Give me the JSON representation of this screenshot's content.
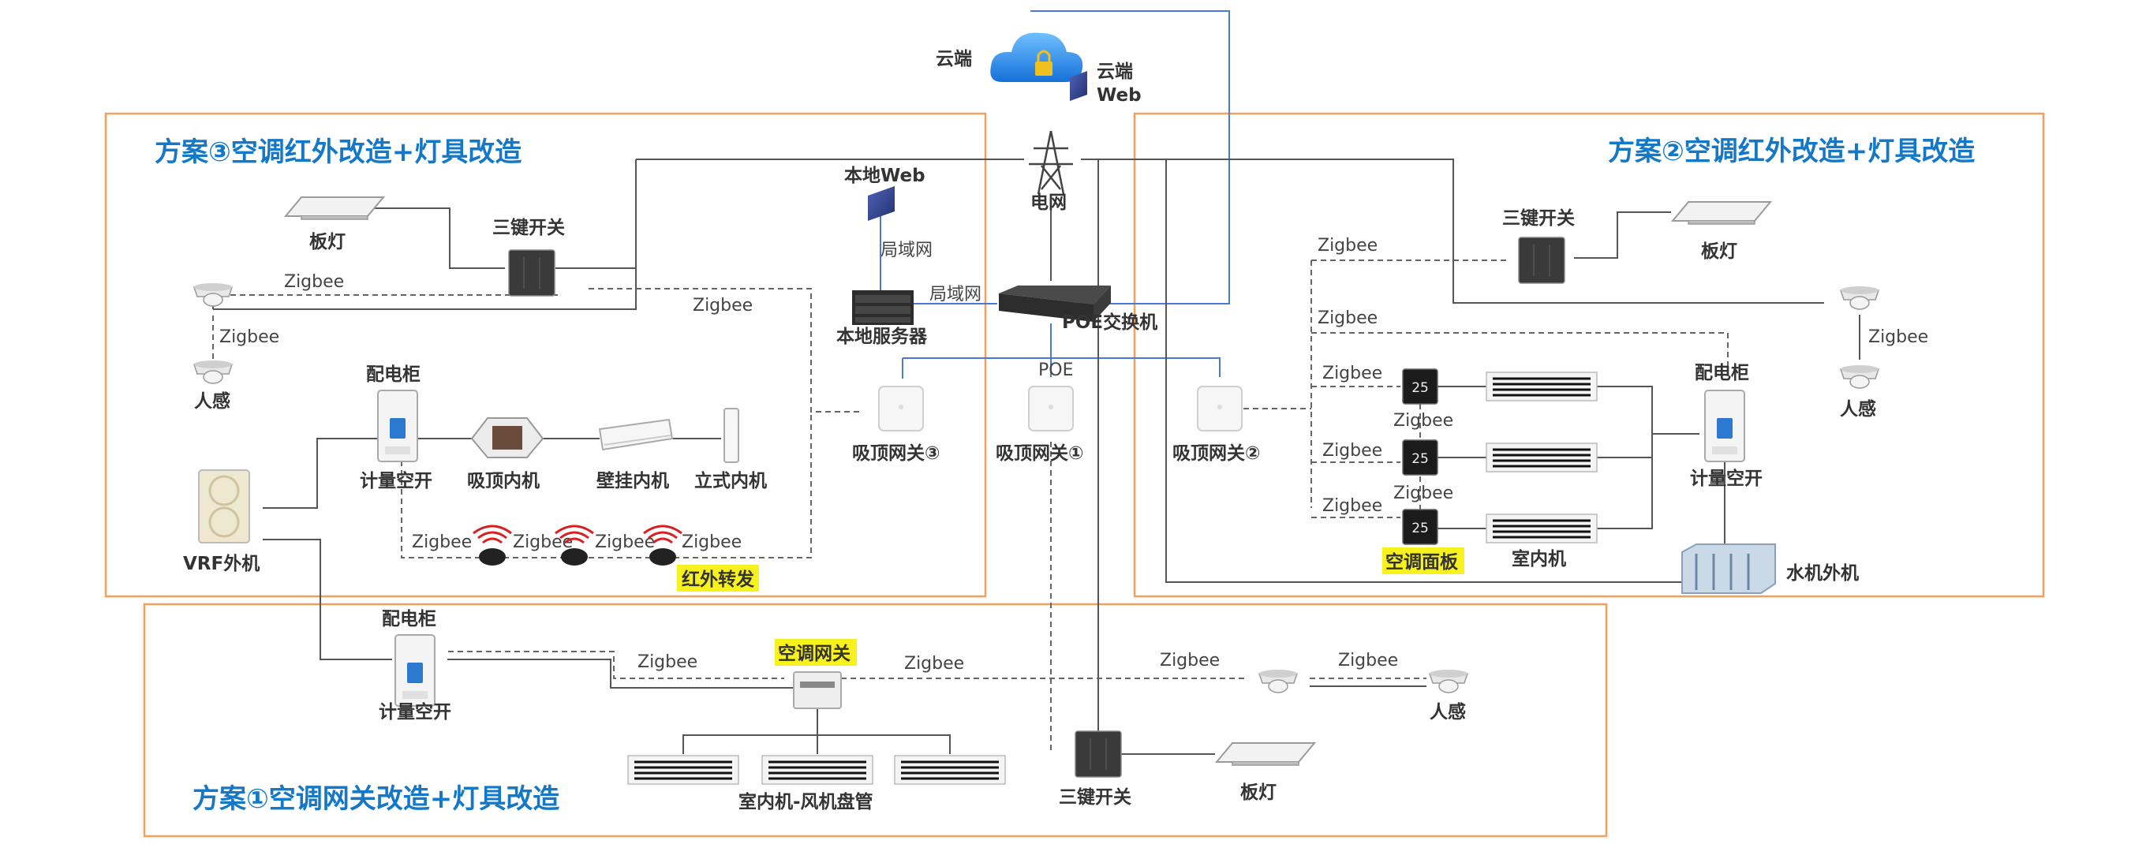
{
  "schemes": {
    "s3_title": "方案③空调红外改造+灯具改造",
    "s2_title": "方案②空调红外改造+灯具改造",
    "s1_title": "方案①空调网关改造+灯具改造"
  },
  "top": {
    "cloud": "云端",
    "cloud_web_1": "云端",
    "cloud_web_2": "Web",
    "grid": "电网",
    "local_web": "本地Web",
    "lan_1": "局域网",
    "lan_2": "局域网",
    "local_server": "本地服务器",
    "poe_switch": "POE交换机",
    "poe": "POE",
    "gw1": "吸顶网关①",
    "gw2": "吸顶网关②",
    "gw3": "吸顶网关③"
  },
  "scheme3": {
    "panel_light": "板灯",
    "three_key_switch": "三键开关",
    "sensor": "人感",
    "zigbee_a": "Zigbee",
    "zigbee_b": "Zigbee",
    "zigbee_c": "Zigbee",
    "cabinet": "配电柜",
    "meter_breaker": "计量空开",
    "ceiling_unit": "吸顶内机",
    "wall_unit": "壁挂内机",
    "floor_unit": "立式内机",
    "vrf": "VRF外机",
    "zigbee_ir1": "Zigbee",
    "zigbee_ir2": "Zigbee",
    "zigbee_ir3": "Zigbee",
    "zigbee_ir4": "Zigbee",
    "ir_forward": "红外转发"
  },
  "scheme2": {
    "three_key_switch": "三键开关",
    "panel_light": "板灯",
    "zigbee_top": "Zigbee",
    "zigbee_mid": "Zigbee",
    "sensor_zigbee": "Zigbee",
    "sensor": "人感",
    "zigbee_r1": "Zigbee",
    "zigbee_r2": "Zigbee",
    "zigbee_r3": "Zigbee",
    "zigbee_p1": "Zigbee",
    "zigbee_p2": "Zigbee",
    "panel_temp": "25",
    "cabinet": "配电柜",
    "meter_breaker": "计量空开",
    "ac_panel": "空调面板",
    "indoor_unit": "室内机",
    "chiller": "水机外机"
  },
  "scheme1": {
    "cabinet": "配电柜",
    "meter_breaker": "计量空开",
    "zigbee_1": "Zigbee",
    "zigbee_2": "Zigbee",
    "zigbee_3": "Zigbee",
    "zigbee_4": "Zigbee",
    "ac_gateway": "空调网关",
    "fan_coil": "室内机-风机盘管",
    "three_key_switch": "三键开关",
    "panel_light": "板灯",
    "sensor": "人感"
  },
  "colors": {
    "title_blue": "#1478c8",
    "box_orange": "#f5a05a",
    "highlight_yellow": "#f7f21e",
    "network_blue": "#4a78d8"
  }
}
